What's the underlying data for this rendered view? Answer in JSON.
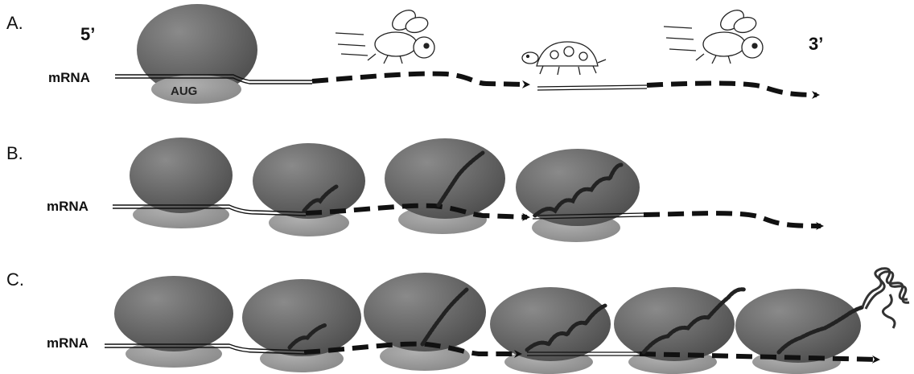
{
  "panels": [
    {
      "label": "A.",
      "mrna_label": "mRNA",
      "five_prime": "5’",
      "three_prime": "3’",
      "start_codon": "AUG"
    },
    {
      "label": "B.",
      "mrna_label": "mRNA"
    },
    {
      "label": "C.",
      "mrna_label": "mRNA"
    }
  ],
  "icons": [
    "fly-icon",
    "turtle-icon",
    "fly-icon",
    "folded-protein-icon"
  ],
  "colors": {
    "large_subunit": "#6e6e6e",
    "small_subunit": "#9a9a9a",
    "mrna_dashed": "#111111",
    "peptide_chain": "#222222"
  }
}
